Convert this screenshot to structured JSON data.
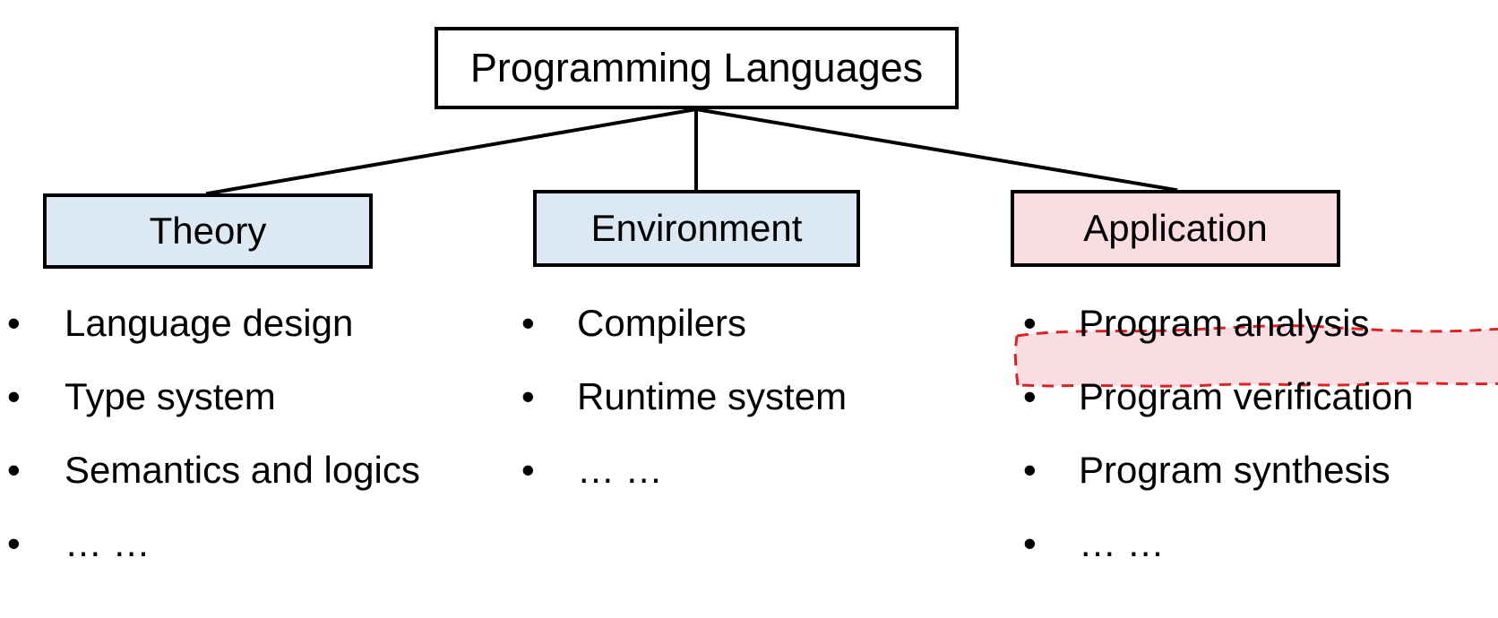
{
  "diagram": {
    "title_node": {
      "label": "Programming Languages",
      "fill": "#ffffff",
      "border": "#000000"
    },
    "branches": [
      {
        "id": "theory",
        "label": "Theory",
        "fill": "#dce8f4",
        "border": "#000000",
        "items": [
          "Language design",
          "Type system",
          "Semantics and logics",
          "… …"
        ]
      },
      {
        "id": "environment",
        "label": "Environment",
        "fill": "#dce8f4",
        "border": "#000000",
        "items": [
          "Compilers",
          "Runtime system",
          "… …"
        ]
      },
      {
        "id": "application",
        "label": "Application",
        "fill": "#fadce3",
        "border": "#000000",
        "items": [
          "Program analysis",
          "Program verification",
          "Program synthesis",
          "… …"
        ],
        "highlighted_item_index": 0,
        "highlight": {
          "stroke": "#dd2222",
          "fill": "#fadce3",
          "style": "hand-drawn-dashed"
        }
      }
    ],
    "bullet_glyph": "•",
    "edge_color": "#000000"
  }
}
